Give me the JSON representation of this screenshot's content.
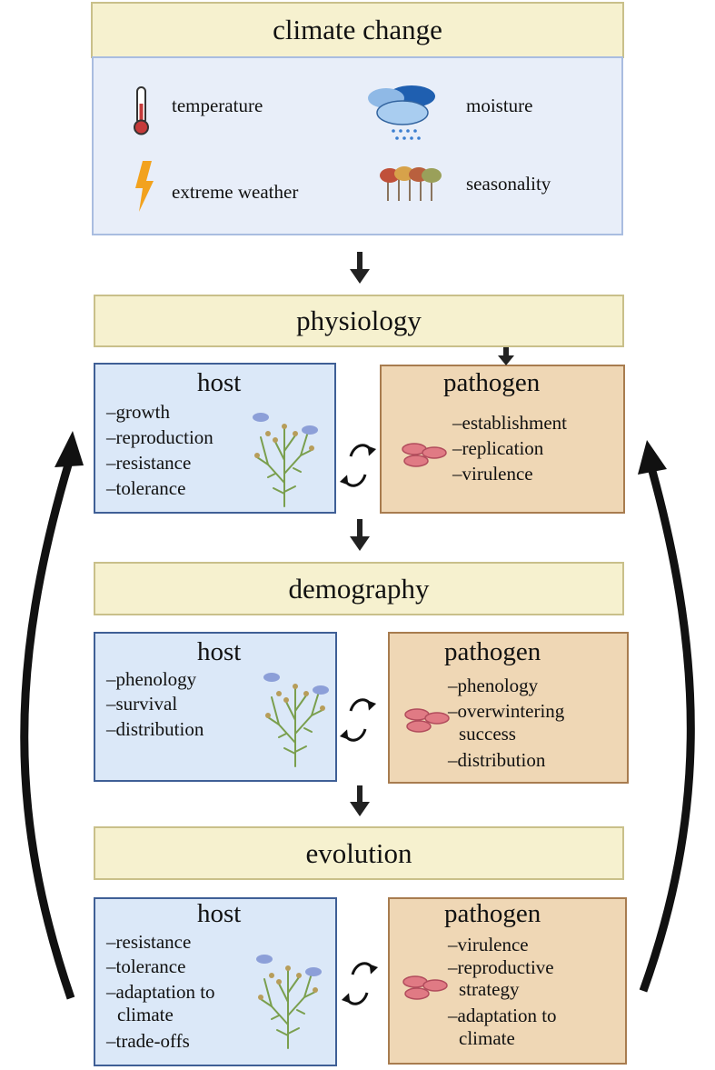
{
  "climate": {
    "title": "climate change",
    "factors": [
      "temperature",
      "moisture",
      "extreme weather",
      "seasonality"
    ]
  },
  "sections": [
    {
      "title": "physiology",
      "host": {
        "title": "host",
        "items": [
          "–growth",
          "–reproduction",
          "–resistance",
          "–tolerance"
        ]
      },
      "pathogen": {
        "title": "pathogen",
        "items": [
          "–establishment",
          "–replication",
          "–virulence"
        ]
      }
    },
    {
      "title": "demography",
      "host": {
        "title": "host",
        "items": [
          "–phenology",
          "–survival",
          "–distribution"
        ]
      },
      "pathogen": {
        "title": "pathogen",
        "items": [
          "–phenology",
          "–overwintering",
          "success",
          "–distribution"
        ]
      }
    },
    {
      "title": "evolution",
      "host": {
        "title": "host",
        "items": [
          "–resistance",
          "–tolerance",
          "–adaptation to",
          "climate",
          "–trade-offs"
        ]
      },
      "pathogen": {
        "title": "pathogen",
        "items": [
          "–virulence",
          "–reproductive",
          "strategy",
          "–adaptation to",
          "climate"
        ]
      }
    }
  ],
  "colors": {
    "band": "#f6f1cf",
    "host": "#dbe8f8",
    "pathogen": "#efd7b5",
    "arrow": "#222222"
  },
  "icons": [
    "thermometer-icon",
    "rain-cloud-icon",
    "lightning-icon",
    "trees-icon",
    "flax-plant-icon",
    "pathogen-cells-icon",
    "cycle-arrows-icon"
  ]
}
